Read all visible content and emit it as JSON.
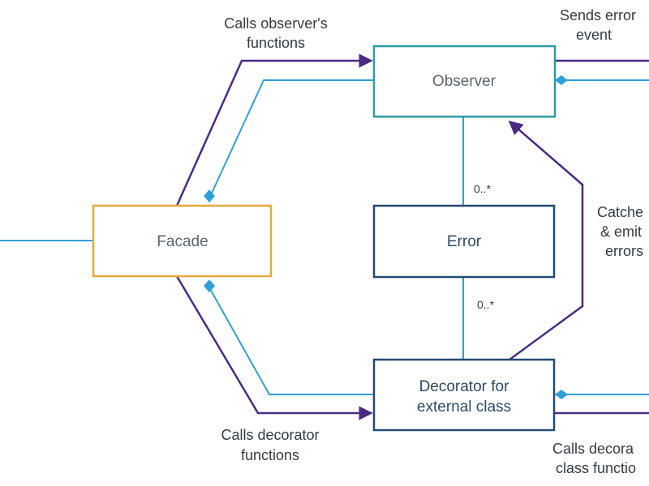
{
  "colors": {
    "purple": "#4b2a84",
    "blue": "#2f9fd6",
    "teal": "#2a9aa3",
    "orange": "#e8a83a",
    "navy": "#234a72",
    "text": "#333b44",
    "box_text": "#5b6670"
  },
  "boxes": {
    "facade": "Facade",
    "observer": "Observer",
    "error": "Error",
    "decorator_line1": "Decorator for",
    "decorator_line2": "external class"
  },
  "labels": {
    "calls_observer_1": "Calls observer's",
    "calls_observer_2": "functions",
    "sends_error_1": "Sends error",
    "sends_error_2": "event",
    "catches_1": "Catche",
    "catches_2": "& emit",
    "catches_3": "errors",
    "calls_decorator_1": "Calls decorator",
    "calls_decorator_2": "functions",
    "calls_decora_right_1": "Calls decora",
    "calls_decora_right_2": "class functio"
  },
  "multiplicity": {
    "observer_error": "0..*",
    "error_decorator": "0..*"
  }
}
